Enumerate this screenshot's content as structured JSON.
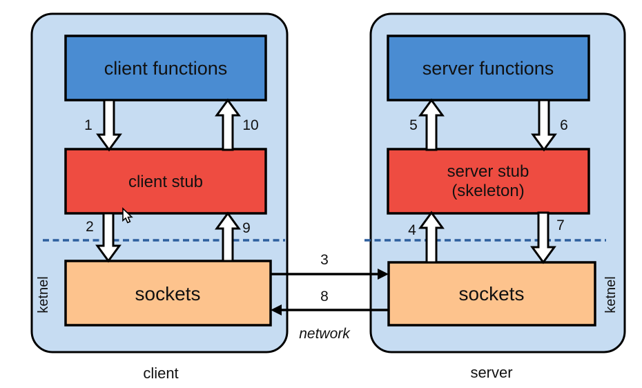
{
  "diagram": {
    "client": {
      "label": "client",
      "kernel_label": "ketnel",
      "boxes": {
        "functions": "client functions",
        "stub": "client stub",
        "sockets": "sockets"
      },
      "steps": {
        "s1": "1",
        "s2": "2",
        "s9": "9",
        "s10": "10"
      }
    },
    "server": {
      "label": "server",
      "kernel_label": "ketnel",
      "boxes": {
        "functions": "server functions",
        "stub_line1": "server stub",
        "stub_line2": "(skeleton)",
        "sockets": "sockets"
      },
      "steps": {
        "s4": "4",
        "s5": "5",
        "s6": "6",
        "s7": "7"
      }
    },
    "network": {
      "label": "network",
      "steps": {
        "s3": "3",
        "s8": "8"
      }
    }
  },
  "palette": {
    "background": "#ffffff",
    "container_fill": "#c6dcf2",
    "box_blue": "#4a8cd2",
    "box_red": "#ee4c41",
    "box_orange": "#fdc38d",
    "dashed_line": "#2e5f9e",
    "outline": "#000000"
  }
}
